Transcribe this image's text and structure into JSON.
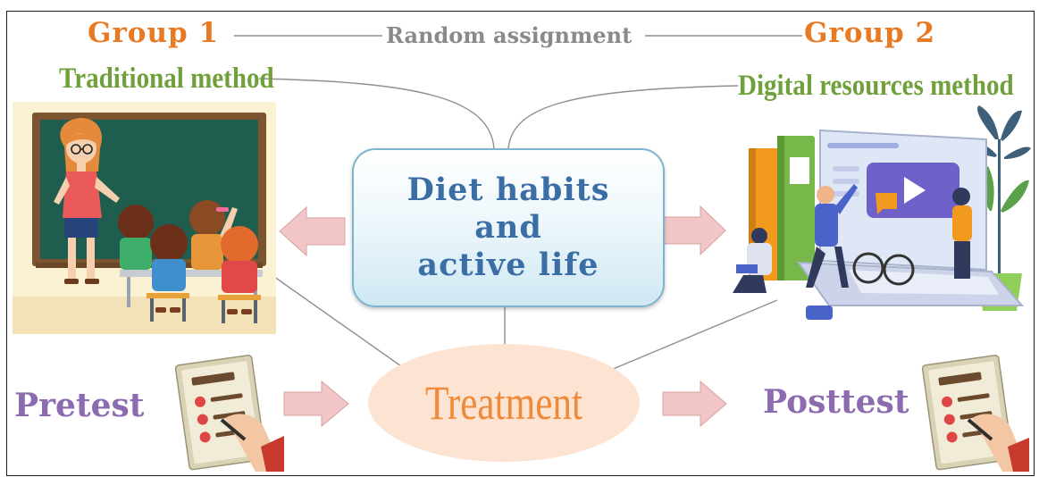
{
  "group1": {
    "label": "Group 1",
    "method": "Traditional method"
  },
  "group2": {
    "label": "Group 2",
    "method": "Digital resources method"
  },
  "assignment": {
    "label": "Random assignment"
  },
  "center": {
    "line1": "Diet habits",
    "line2": "and",
    "line3": "active life"
  },
  "treatment": {
    "label": "Treatment"
  },
  "pretest": {
    "label": "Pretest"
  },
  "posttest": {
    "label": "Posttest"
  },
  "colors": {
    "group_label": "#e97a24",
    "method_label": "#6fa03a",
    "assignment_label": "#8a8a8a",
    "center_text": "#3a6ea5",
    "test_label": "#8c6bb0",
    "treatment_text": "#ee8a3a",
    "treatment_fill": "#fce3d2",
    "arrow_fill": "#f2c6c6"
  },
  "icons": [
    "classroom-illustration",
    "digital-laptop-illustration",
    "pretest-clipboard-icon",
    "posttest-clipboard-icon"
  ]
}
